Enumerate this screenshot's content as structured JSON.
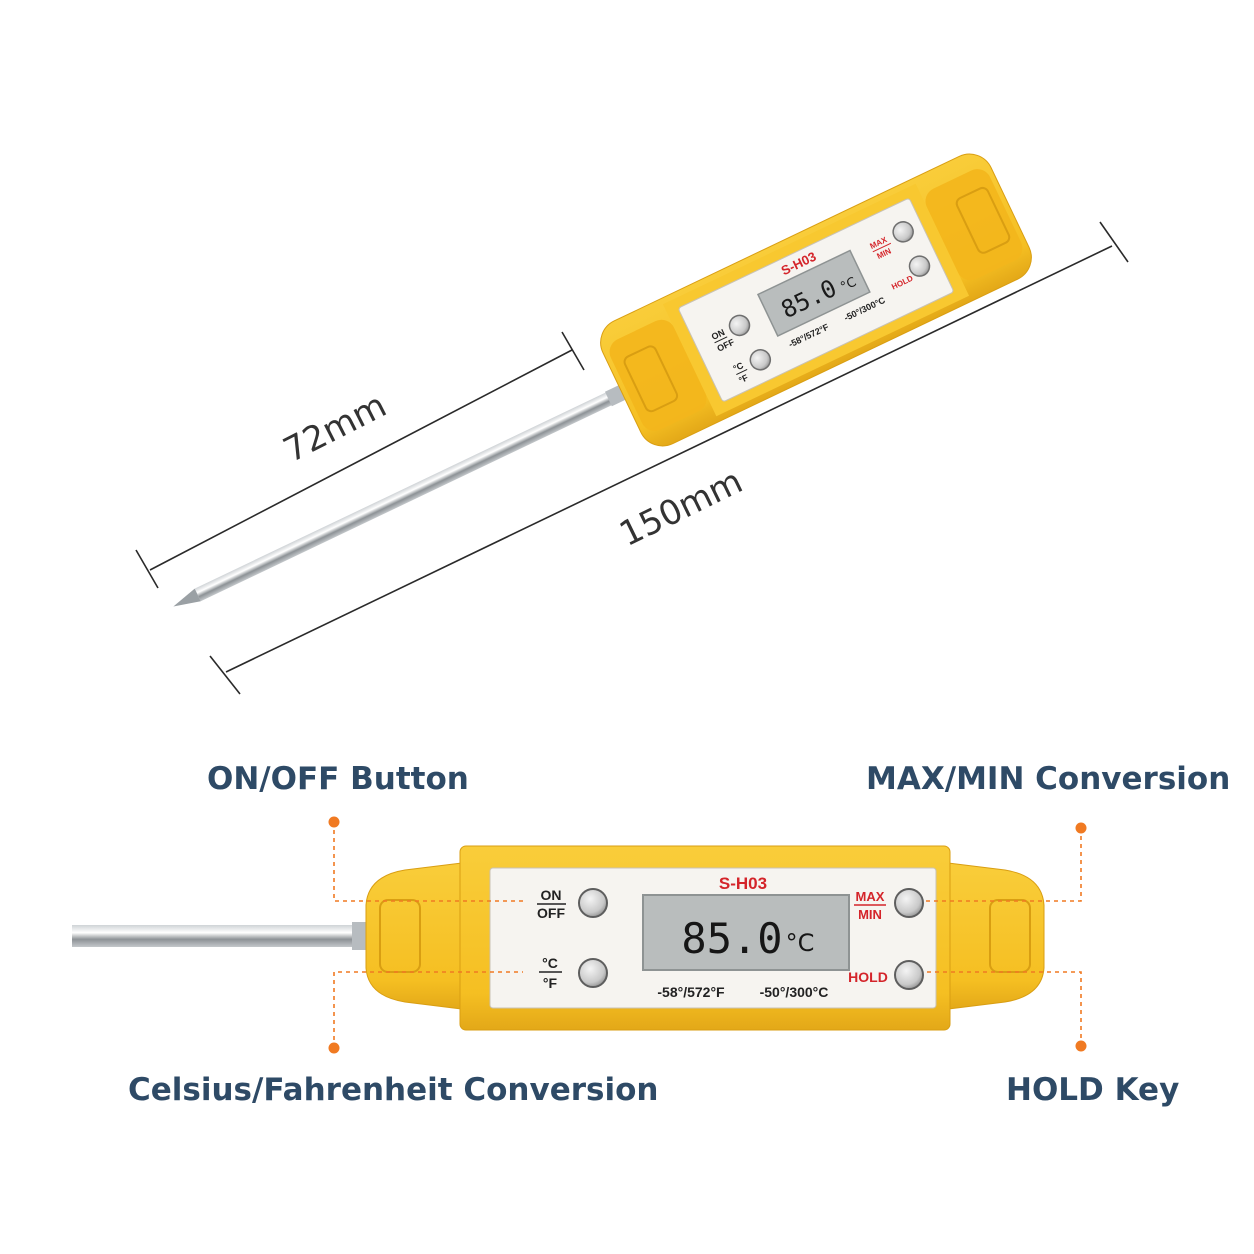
{
  "dimensions": {
    "total_length": "150mm",
    "probe_length": "72mm"
  },
  "device": {
    "model": "S-H03",
    "display_reading": "85.0",
    "display_unit": "°C",
    "range_f": "-58°/572°F",
    "range_c": "-50°/300°C",
    "btn_on": "ON",
    "btn_off": "OFF",
    "btn_c": "°C",
    "btn_f": "°F",
    "btn_max": "MAX",
    "btn_min": "MIN",
    "btn_hold": "HOLD"
  },
  "callouts": {
    "onoff": "ON/OFF Button",
    "maxmin": "MAX/MIN Conversion",
    "cf": "Celsius/Fahrenheit Conversion",
    "hold": "HOLD Key"
  },
  "colors": {
    "body_yellow": "#f7c42a",
    "body_shadow": "#e0a616",
    "label_red": "#d4242a",
    "callout_orange": "#f07a22",
    "callout_text": "#2e4a66",
    "lcd": "#b9bdbd"
  }
}
